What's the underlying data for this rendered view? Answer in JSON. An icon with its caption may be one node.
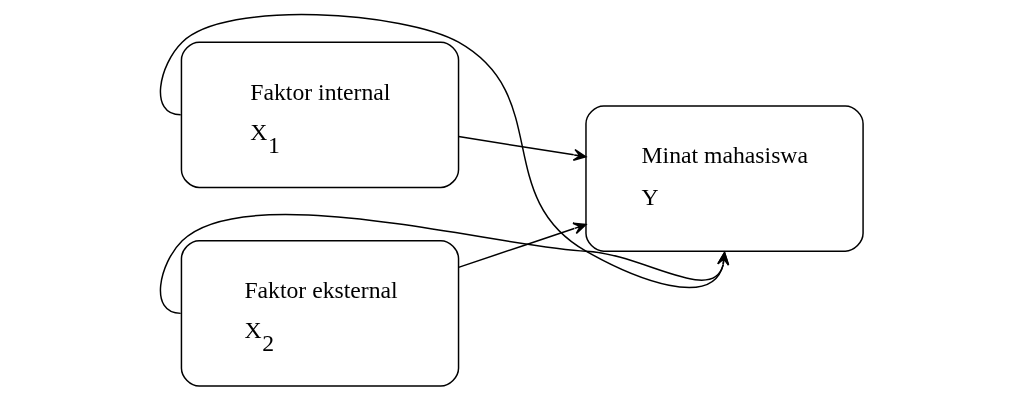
{
  "diagram": {
    "nodes": [
      {
        "text": [
          "Faktor internal",
          "X$_{1}$"
        ]
      },
      {
        "text": [
          "Faktor eksternal",
          "X$_{2}$"
        ]
      },
      {
        "text": [
          "Minat mahasiswa",
          "Y"
        ]
      }
    ],
    "edges": [
      {
        "from": 0,
        "to": 2,
        "arrow": "to"
      },
      {
        "from": 1,
        "to": 2,
        "arrow": "to"
      },
      {
        "from": 0,
        "to": 2,
        "arrow": "to"
      },
      {
        "from": 1,
        "to": 2,
        "arrow": "to"
      }
    ]
  }
}
